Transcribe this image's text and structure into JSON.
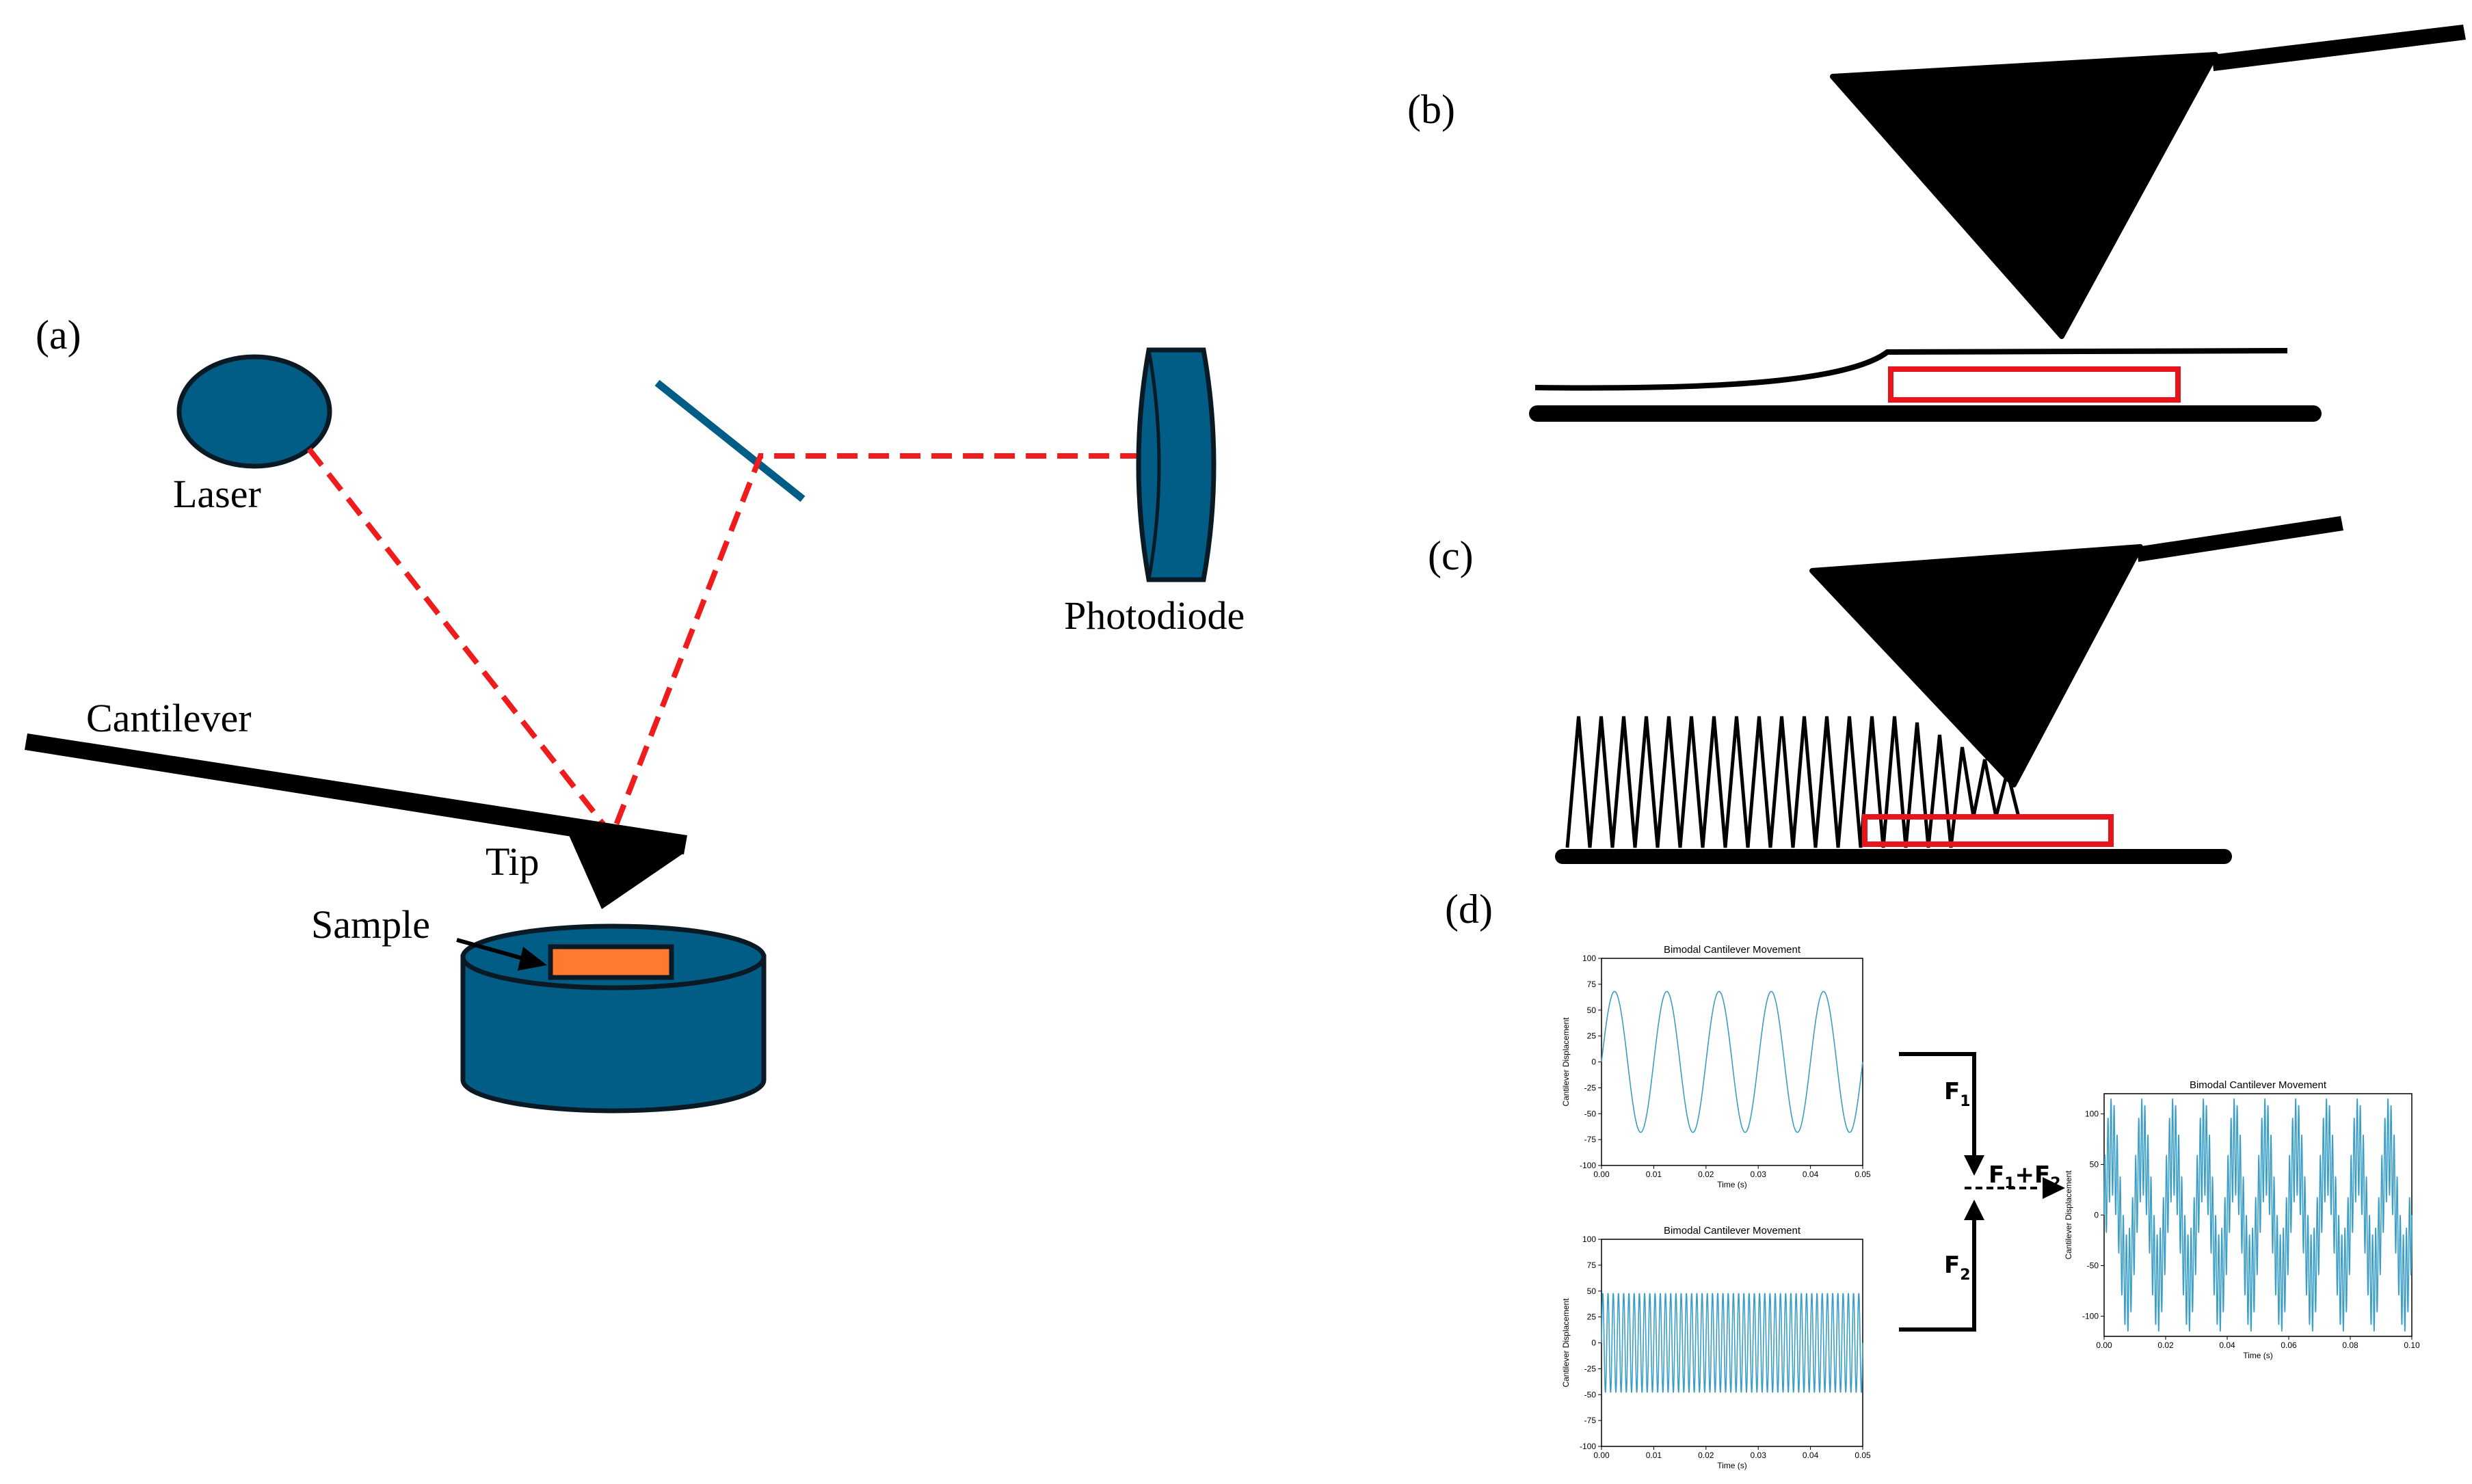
{
  "panel_labels": {
    "a": "(a)",
    "b": "(b)",
    "c": "(c)",
    "d": "(d)"
  },
  "labels": {
    "laser": "Laser",
    "photodiode": "Photodiode",
    "cantilever": "Cantilever",
    "tip": "Tip",
    "sample": "Sample"
  },
  "combine": {
    "f1": "F",
    "f1_sub": "1",
    "f2": "F",
    "f2_sub": "2",
    "sum_a": "F",
    "sum_a_sub": "1",
    "sum_plus": "+",
    "sum_b": "F",
    "sum_b_sub": "2"
  },
  "colors": {
    "body": "#025d86",
    "laser_beam": "#ee1c1c",
    "sample": "#ff7a30",
    "highlight": "#e8141b",
    "signal": "#3a9ec6"
  },
  "chart_data": [
    {
      "type": "line",
      "title": "Bimodal Cantilever Movement",
      "xlabel": "Time (s)",
      "ylabel": "Cantilever Displacement",
      "xlim": [
        0,
        0.05
      ],
      "ylim": [
        -100,
        100
      ],
      "xticks": [
        "0.00",
        "0.01",
        "0.02",
        "0.03",
        "0.04",
        "0.05"
      ],
      "yticks": [
        "100",
        "75",
        "50",
        "25",
        "0",
        "-25",
        "-50",
        "-75",
        "-100"
      ],
      "series": [
        {
          "amplitude": 68,
          "frequency_hz": 100
        }
      ]
    },
    {
      "type": "line",
      "title": "Bimodal Cantilever Movement",
      "xlabel": "Time (s)",
      "ylabel": "Cantilever Displacement",
      "xlim": [
        0,
        0.05
      ],
      "ylim": [
        -100,
        100
      ],
      "xticks": [
        "0.00",
        "0.01",
        "0.02",
        "0.03",
        "0.04",
        "0.05"
      ],
      "yticks": [
        "100",
        "75",
        "50",
        "25",
        "0",
        "-25",
        "-50",
        "-75",
        "-100"
      ],
      "series": [
        {
          "amplitude": 48,
          "frequency_hz": 1000
        }
      ]
    },
    {
      "type": "line",
      "title": "Bimodal Cantilever Movement",
      "xlabel": "Time (s)",
      "ylabel": "Cantilever Displacement",
      "xlim": [
        0,
        0.1
      ],
      "ylim": [
        -120,
        120
      ],
      "xticks": [
        "0.00",
        "0.02",
        "0.04",
        "0.06",
        "0.08",
        "0.10"
      ],
      "yticks": [
        "100",
        "50",
        "0",
        "-50",
        "-100"
      ],
      "series": [
        {
          "amplitude": 68,
          "frequency_hz": 100
        },
        {
          "amplitude": 48,
          "frequency_hz": 1000
        }
      ]
    }
  ]
}
